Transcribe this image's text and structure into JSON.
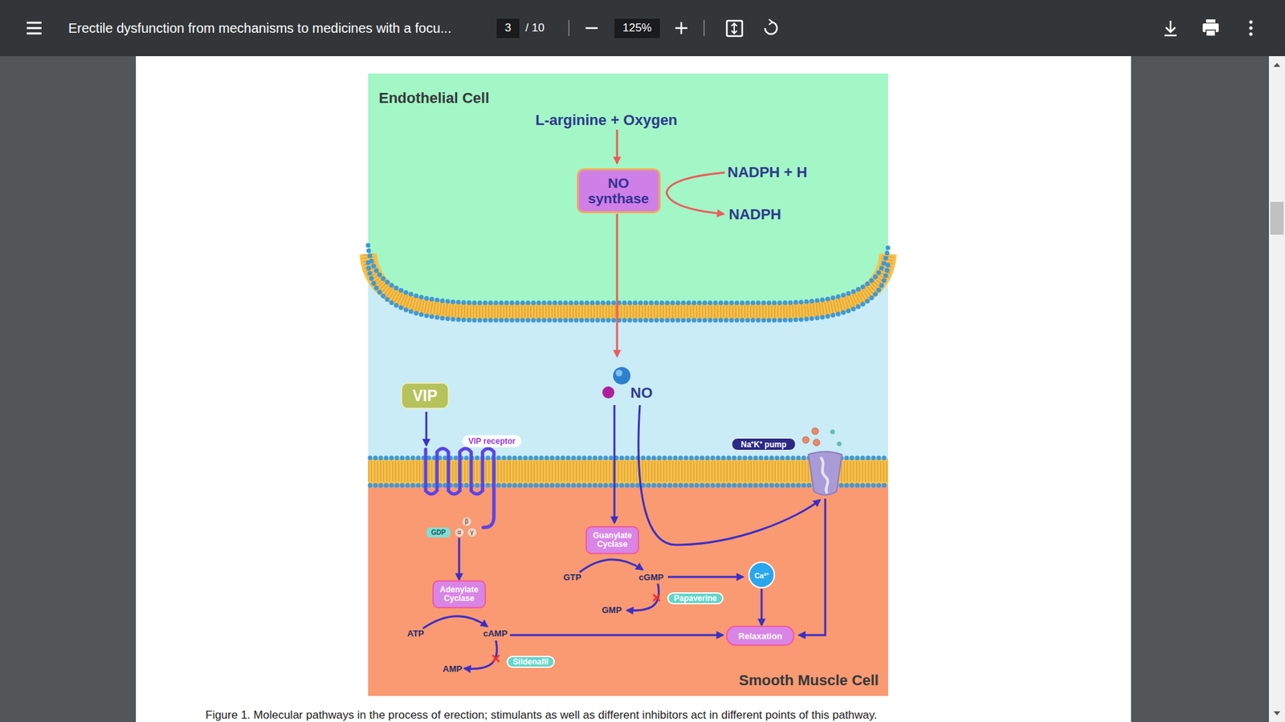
{
  "diagram": {
    "caption": "Figure 1. Molecular pathways in the process of erection; stimulants as well as different inhibitors act in different points of this pathway.",
    "nodes": [
      {
        "text": [
          "Endothelial Cell"
        ]
      },
      {
        "text": [
          "NO synthase"
        ],
        "in": 0
      },
      {
        "text": [
          "VIP"
        ]
      },
      {
        "text": [
          "VIP receptor"
        ]
      },
      {
        "text": [
          "Na⁺K⁺ pump"
        ]
      },
      {
        "text": [
          "Smooth Muscle Cell"
        ]
      },
      {
        "text": [
          "GDP"
        ],
        "in": 5
      },
      {
        "text": [
          "β"
        ],
        "in": 5
      },
      {
        "text": [
          "α"
        ],
        "in": 5
      },
      {
        "text": [
          "γ"
        ],
        "in": 5
      },
      {
        "text": [
          "Guanylate Cyclase"
        ],
        "in": 5
      },
      {
        "text": [
          "Ca²⁺"
        ],
        "in": 5
      },
      {
        "text": [
          "Papaverine"
        ],
        "in": 5
      },
      {
        "text": [
          "Adenylate Cyclase"
        ],
        "in": 5
      },
      {
        "text": [
          "Relaxation"
        ],
        "in": 5
      },
      {
        "text": [
          "Sildenafil"
        ],
        "in": 5
      }
    ],
    "edges": [
      {
        "from": 8,
        "to": 13,
        "arrow": "to"
      },
      {
        "from": 11,
        "to": 14,
        "arrow": "to"
      }
    ],
    "labels": [
      "Erectile dysfunction from mechanisms to medicines with a focu...",
      "3",
      "/ 10",
      "125%",
      "L-arginine + Oxygen",
      "NADPH + H",
      "NADPH",
      "NO",
      "GTP",
      "cGMP",
      "GMP",
      "ATP",
      "cAMP",
      "AMP"
    ]
  }
}
